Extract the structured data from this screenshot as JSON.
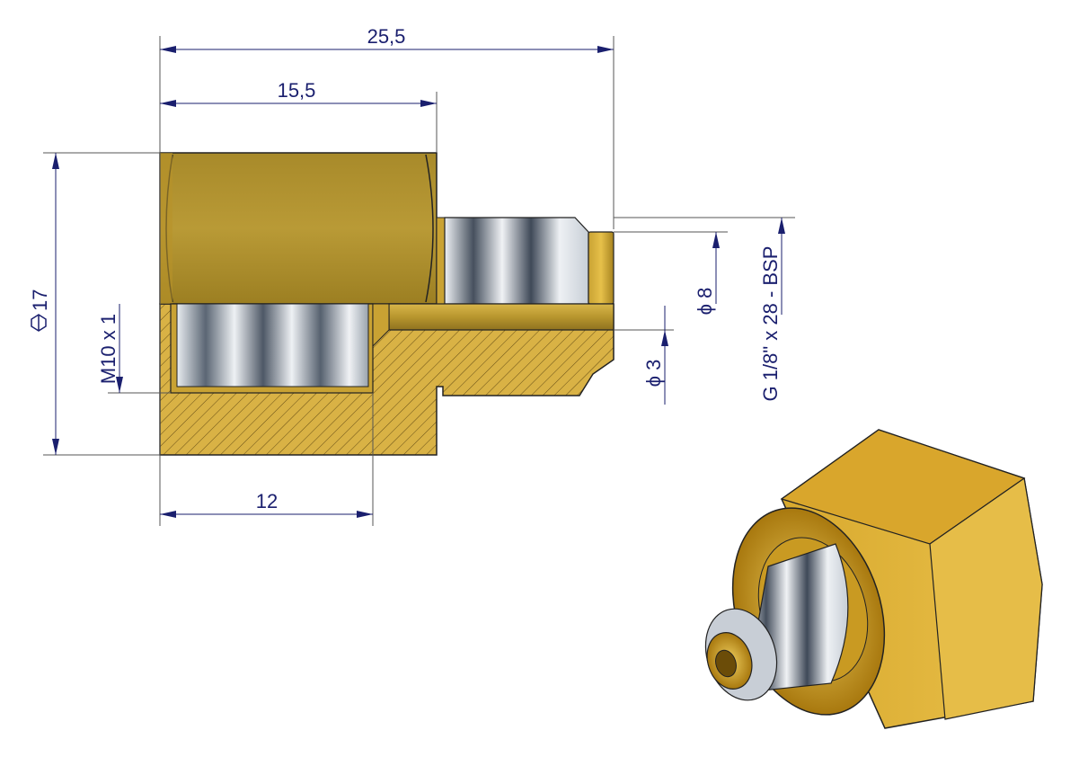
{
  "drawing": {
    "dimensions": {
      "overall_length": "25,5",
      "hex_length": "15,5",
      "thread_depth": "12",
      "hex_size": "17",
      "female_thread": "M10 x 1",
      "spigot_diameter": "ϕ 8",
      "bore_diameter": "ϕ 3",
      "male_thread": "G 1/8\" x 28 - BSP"
    },
    "colors": {
      "brass": "#c9a233",
      "brass_dark": "#8a6d18",
      "dimension": "#1a1f6e",
      "steel": "#c8ced6"
    }
  }
}
